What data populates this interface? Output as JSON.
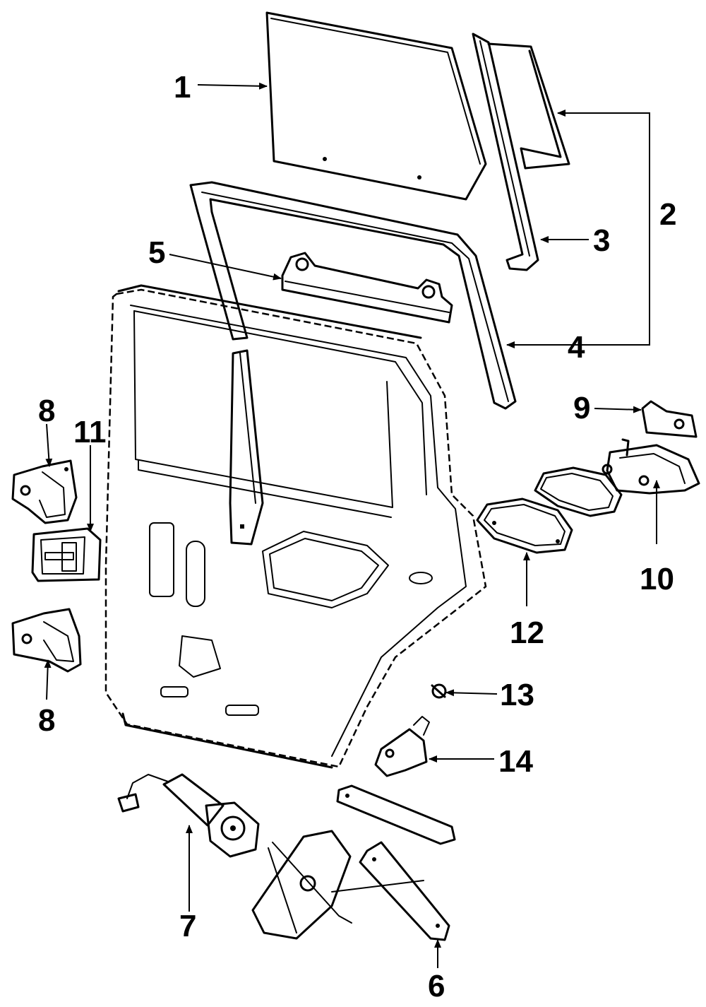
{
  "callouts": {
    "c1": "1",
    "c2": "2",
    "c3": "3",
    "c4": "4",
    "c5": "5",
    "c6": "6",
    "c7": "7",
    "c8_top": "8",
    "c8_bottom": "8",
    "c9": "9",
    "c10": "10",
    "c11": "11",
    "c12": "12",
    "c13": "13",
    "c14": "14"
  }
}
